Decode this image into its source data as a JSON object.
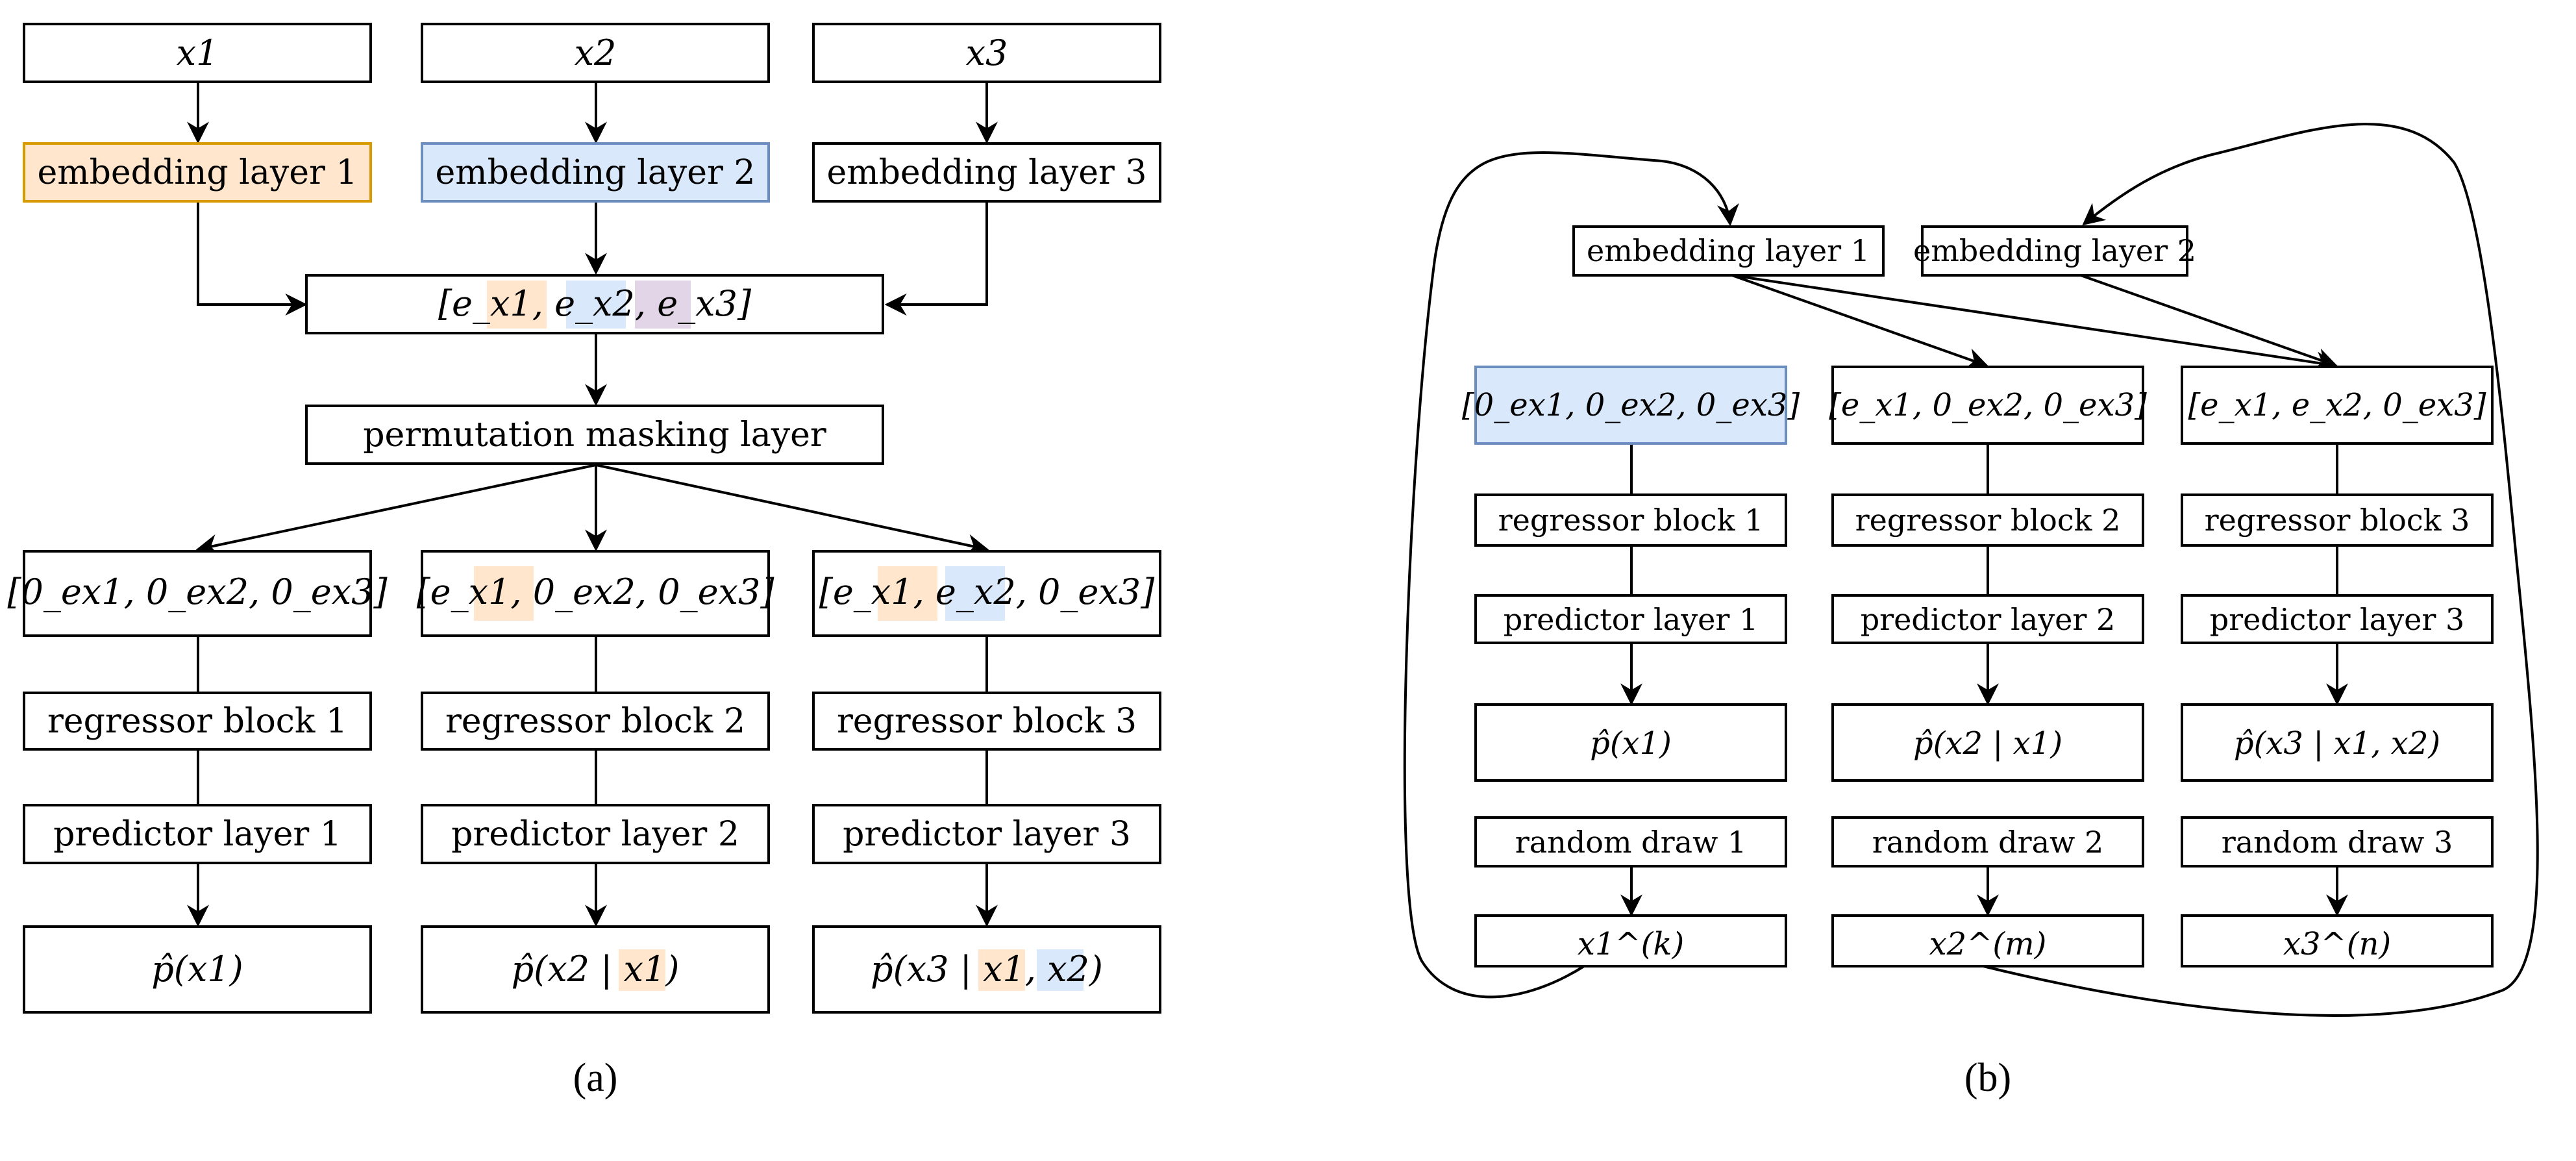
{
  "panel_a": {
    "inputs": [
      "x1",
      "x2",
      "x3"
    ],
    "embedding_layers": [
      "embedding layer 1",
      "embedding layer 2",
      "embedding layer 3"
    ],
    "concat": "[e_x1, e_x2, e_x3]",
    "mask_layer": "permutation masking layer",
    "masked_vectors": [
      "[0_ex1, 0_ex2, 0_ex3]",
      "[e_x1, 0_ex2, 0_ex3]",
      "[e_x1, e_x2, 0_ex3]"
    ],
    "regressor_blocks": [
      "regressor block 1",
      "regressor block 2",
      "regressor block 3"
    ],
    "predictor_layers": [
      "predictor layer 1",
      "predictor layer 2",
      "predictor layer 3"
    ],
    "outputs": [
      "p̂(x1)",
      "p̂(x2 | x1)",
      "p̂(x3 | x1, x2)"
    ],
    "caption": "(a)"
  },
  "panel_b": {
    "embedding_layers": [
      "embedding layer 1",
      "embedding layer 2"
    ],
    "masked_vectors": [
      "[0_ex1, 0_ex2, 0_ex3]",
      "[e_x1, 0_ex2, 0_ex3]",
      "[e_x1, e_x2, 0_ex3]"
    ],
    "regressor_blocks": [
      "regressor block 1",
      "regressor block 2",
      "regressor block 3"
    ],
    "predictor_layers": [
      "predictor layer 1",
      "predictor layer 2",
      "predictor layer 3"
    ],
    "outputs": [
      "p̂(x1)",
      "p̂(x2 | x1)",
      "p̂(x3 | x1, x2)"
    ],
    "random_draws": [
      "random draw 1",
      "random draw 2",
      "random draw 3"
    ],
    "samples": [
      "x1^(k)",
      "x2^(m)",
      "x3^(n)"
    ],
    "caption": "(b)"
  },
  "colors": {
    "orange_fill": "#ffe6cc",
    "orange_stroke": "#d79b00",
    "blue_fill": "#dae8fc",
    "blue_stroke": "#6c8ebf",
    "purple_fill": "#e1d5e7"
  }
}
